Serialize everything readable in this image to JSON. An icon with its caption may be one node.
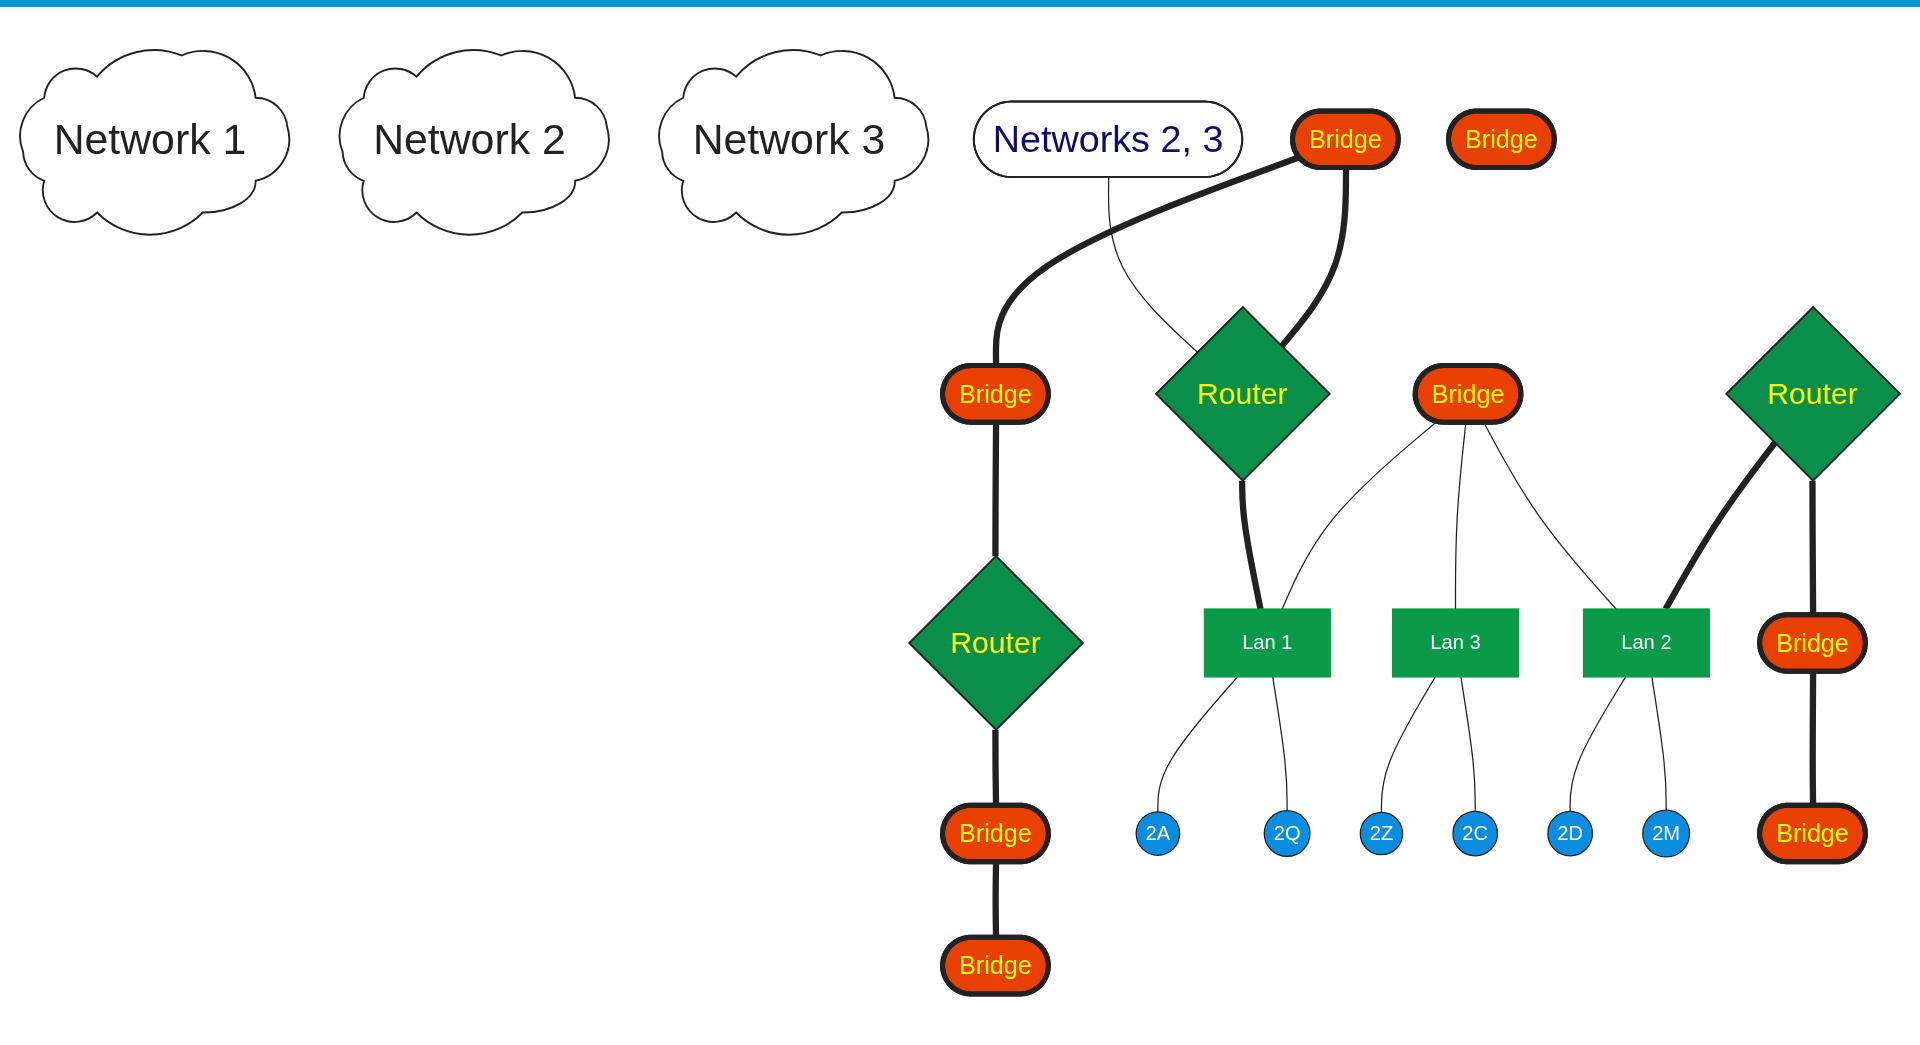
{
  "diagram": {
    "nodes": [
      {
        "text": [
          "Network 1"
        ]
      },
      {
        "text": [
          "Network 2"
        ]
      },
      {
        "text": [
          "Network 3"
        ]
      },
      {
        "text": [
          "Networks 2, 3"
        ]
      },
      {
        "text": [
          "Router"
        ]
      },
      {
        "text": [
          "Bridge"
        ]
      },
      {
        "text": [
          "Bridge"
        ]
      },
      {
        "text": [
          "Router"
        ]
      },
      {
        "text": [
          "Bridge"
        ]
      },
      {
        "text": [
          "Bridge"
        ]
      },
      {
        "text": [
          "Bridge"
        ]
      },
      {
        "text": [
          "Lan 1"
        ]
      },
      {
        "text": [
          "Lan 3"
        ]
      },
      {
        "text": [
          "Lan 2"
        ]
      },
      {
        "text": [
          "2A"
        ]
      },
      {
        "text": [
          "2Q"
        ]
      },
      {
        "text": [
          "2Z"
        ]
      },
      {
        "text": [
          "2C"
        ]
      },
      {
        "text": [
          "2D"
        ]
      },
      {
        "text": [
          "2M"
        ]
      },
      {
        "text": [
          "Router"
        ]
      },
      {
        "text": [
          "Bridge"
        ]
      },
      {
        "text": [
          "Bridge"
        ]
      },
      {
        "text": [
          "Bridge"
        ]
      }
    ],
    "edges": [
      {
        "from": 3,
        "to": 4,
        "arrow": "none"
      },
      {
        "from": 5,
        "to": 4,
        "arrow": "none",
        "style": "thick"
      },
      {
        "from": 4,
        "to": 11,
        "arrow": "none",
        "style": "thick"
      },
      {
        "from": 5,
        "to": 6,
        "arrow": "none",
        "style": "thick"
      },
      {
        "from": 6,
        "to": 7,
        "arrow": "none",
        "style": "thick"
      },
      {
        "from": 7,
        "to": 8,
        "arrow": "none",
        "style": "thick"
      },
      {
        "from": 8,
        "to": 9,
        "arrow": "none",
        "style": "thick"
      },
      {
        "from": 10,
        "to": 11,
        "arrow": "none"
      },
      {
        "from": 10,
        "to": 12,
        "arrow": "none"
      },
      {
        "from": 10,
        "to": 13,
        "arrow": "none"
      },
      {
        "from": 11,
        "to": 14,
        "arrow": "none"
      },
      {
        "from": 11,
        "to": 15,
        "arrow": "none"
      },
      {
        "from": 12,
        "to": 16,
        "arrow": "none"
      },
      {
        "from": 12,
        "to": 17,
        "arrow": "none"
      },
      {
        "from": 13,
        "to": 18,
        "arrow": "none"
      },
      {
        "from": 13,
        "to": 19,
        "arrow": "none"
      },
      {
        "from": 20,
        "to": 13,
        "arrow": "none",
        "style": "thick"
      },
      {
        "from": 20,
        "to": 21,
        "arrow": "none",
        "style": "thick"
      },
      {
        "from": 21,
        "to": 22,
        "arrow": "none",
        "style": "thick"
      }
    ]
  }
}
